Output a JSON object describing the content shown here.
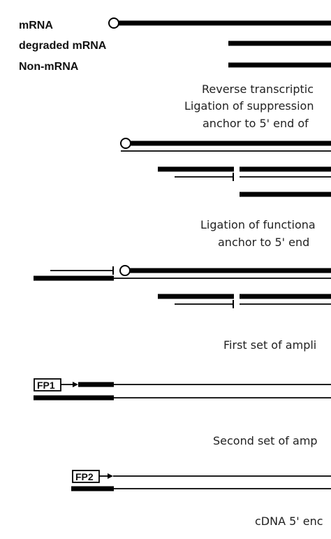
{
  "legend": {
    "mrna": "mRNA",
    "degraded_mrna": "degraded mRNA",
    "non_mrna": "Non-mRNA"
  },
  "steps": {
    "step1_line1": "Reverse transcriptic",
    "step1_line2": "Ligation of suppression",
    "step1_line3": "anchor to 5' end of",
    "step2_line1": "Ligation of functiona",
    "step2_line2": "anchor to 5' end",
    "step3": "First set of ampli",
    "step4": "Second set of amp",
    "step5": "cDNA 5' enc"
  },
  "primers": {
    "fp1": "FP1",
    "fp2": "FP2"
  }
}
